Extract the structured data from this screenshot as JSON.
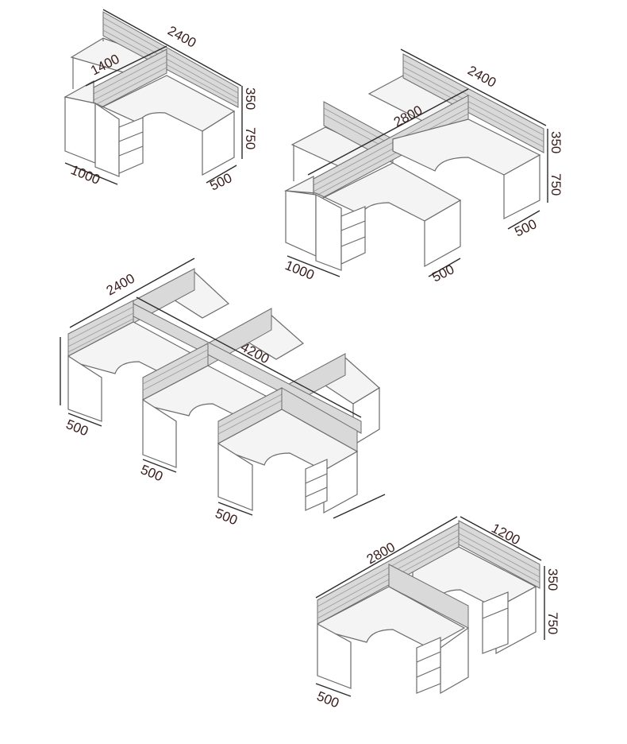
{
  "header_text": "",
  "diagrams": [
    {
      "name": "two-person-l-workstation",
      "dims": {
        "length": "2400",
        "depth": "1400",
        "screen_height": "350",
        "desk_height": "750",
        "side_depth": "1000",
        "return_width": "500"
      }
    },
    {
      "name": "four-person-cross-workstation",
      "dims": {
        "length_a": "2400",
        "length_b": "2800",
        "screen_height": "350",
        "desk_height": "750",
        "return_width_right": "500",
        "side_depth": "1000",
        "return_width_front": "500"
      }
    },
    {
      "name": "six-person-cluster-workstation",
      "dims": {
        "depth": "2400",
        "length": "4200",
        "return_width_1": "500",
        "return_width_2": "500",
        "return_width_3": "500"
      }
    },
    {
      "name": "two-person-facing-l-workstation",
      "dims": {
        "length": "2800",
        "depth": "1200",
        "screen_height": "350",
        "desk_height": "750",
        "return_width": "500"
      }
    }
  ],
  "colors": {
    "line": "#6b6b6b",
    "dimension": "#2b2b2b",
    "text": "#3a1d1d",
    "screen_fill": "#d9d9d9"
  }
}
